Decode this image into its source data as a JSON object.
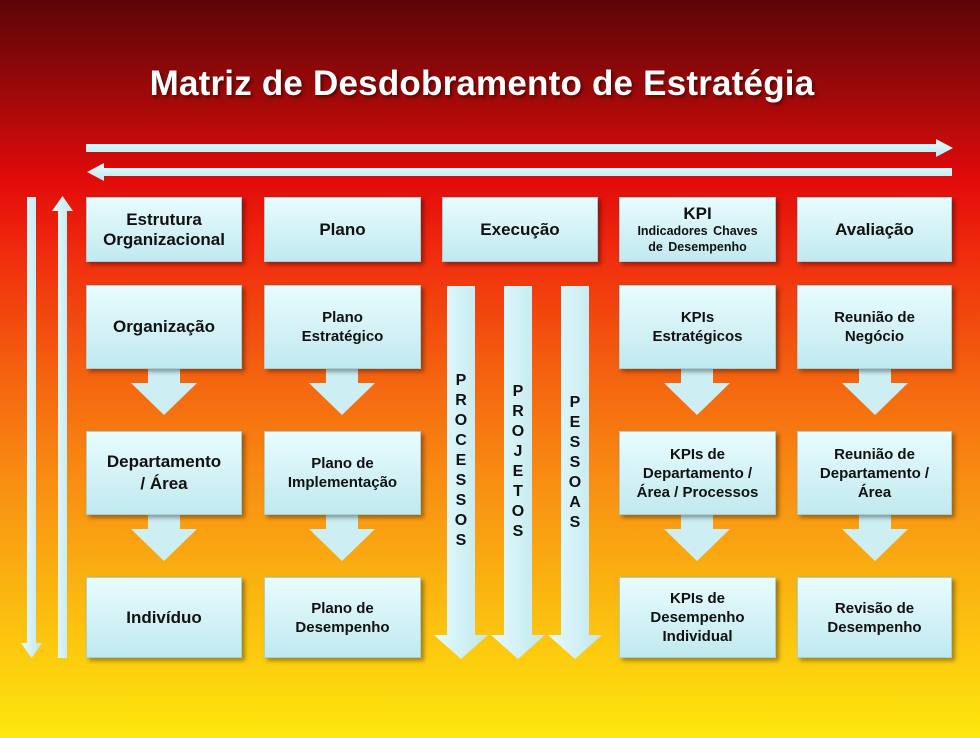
{
  "title": "Matriz de Desdobramento de Estratégia",
  "columns": [
    {
      "header": [
        "Estrutura",
        "Organizacional"
      ],
      "rows": [
        [
          "Organização"
        ],
        [
          "Departamento",
          "/ Área"
        ],
        [
          "Indivíduo"
        ]
      ]
    },
    {
      "header": [
        "Plano"
      ],
      "rows": [
        [
          "Plano",
          "Estratégico"
        ],
        [
          "Plano de",
          "Implementação"
        ],
        [
          "Plano de",
          "Desempenho"
        ]
      ]
    },
    {
      "header": [
        "Execução"
      ],
      "streams": [
        "PROCESSOS",
        "PROJETOS",
        "PESSOAS"
      ]
    },
    {
      "header_main": "KPI",
      "header_sub": [
        "Indicadores  Chaves",
        "de Desempenho"
      ],
      "rows": [
        [
          "KPIs",
          "Estratégicos"
        ],
        [
          "KPIs de",
          "Departamento /",
          "Área / Processos"
        ],
        [
          "KPIs de",
          "Desempenho",
          "Individual"
        ]
      ]
    },
    {
      "header": [
        "Avaliação"
      ],
      "rows": [
        [
          "Reunião de",
          "Negócio"
        ],
        [
          "Reunião de",
          "Departamento /",
          "Área"
        ],
        [
          "Revisão de",
          "Desempenho"
        ]
      ]
    }
  ],
  "colors": {
    "box_top": "#e9fcfe",
    "box_bottom": "#c0e9ef",
    "arrow_fill": "#cdeff3",
    "title_text": "#ffffff"
  }
}
